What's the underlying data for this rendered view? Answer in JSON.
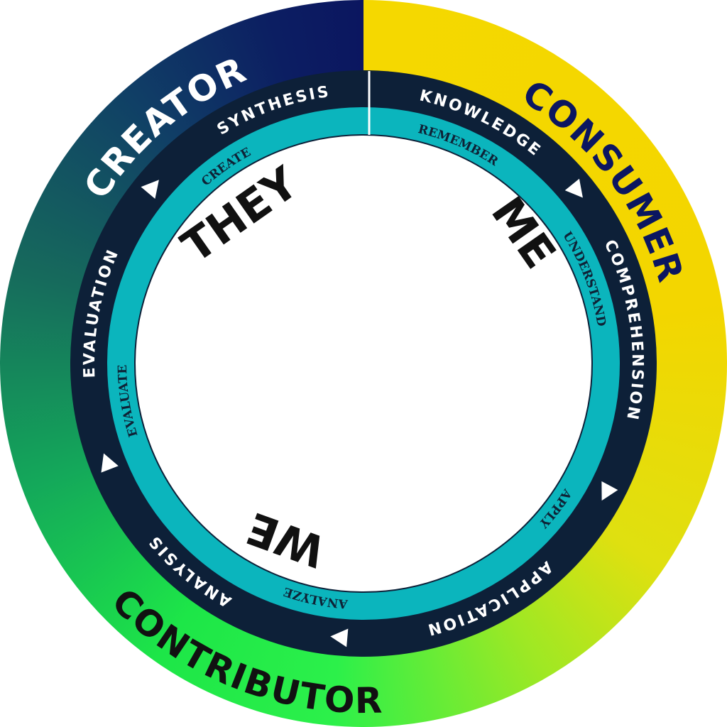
{
  "roles": {
    "creator": "CREATOR",
    "consumer": "CONSUMER",
    "contributor": "CONTRIBUTOR"
  },
  "levels": {
    "synthesis": "SYNTHESIS",
    "knowledge": "KNOWLEDGE",
    "comprehension": "COMPREHENSION",
    "application": "APPLICATION",
    "analysis": "ANALYSIS",
    "evaluation": "EVALUATION"
  },
  "actions": {
    "remember": "REMEMBER",
    "understand": "UNDERSTAND",
    "apply": "APPLY",
    "analyze": "ANALYZE",
    "evaluate": "EVALUATE",
    "create": "CREATE"
  },
  "perspectives": {
    "me": "ME",
    "we": "WE",
    "they": "THEY"
  },
  "colors": {
    "navy": "#0b1660",
    "yellow": "#f5d800",
    "green": "#1ef04a",
    "dark_ring": "#0d2038",
    "teal_ring": "#0bb5bd"
  }
}
